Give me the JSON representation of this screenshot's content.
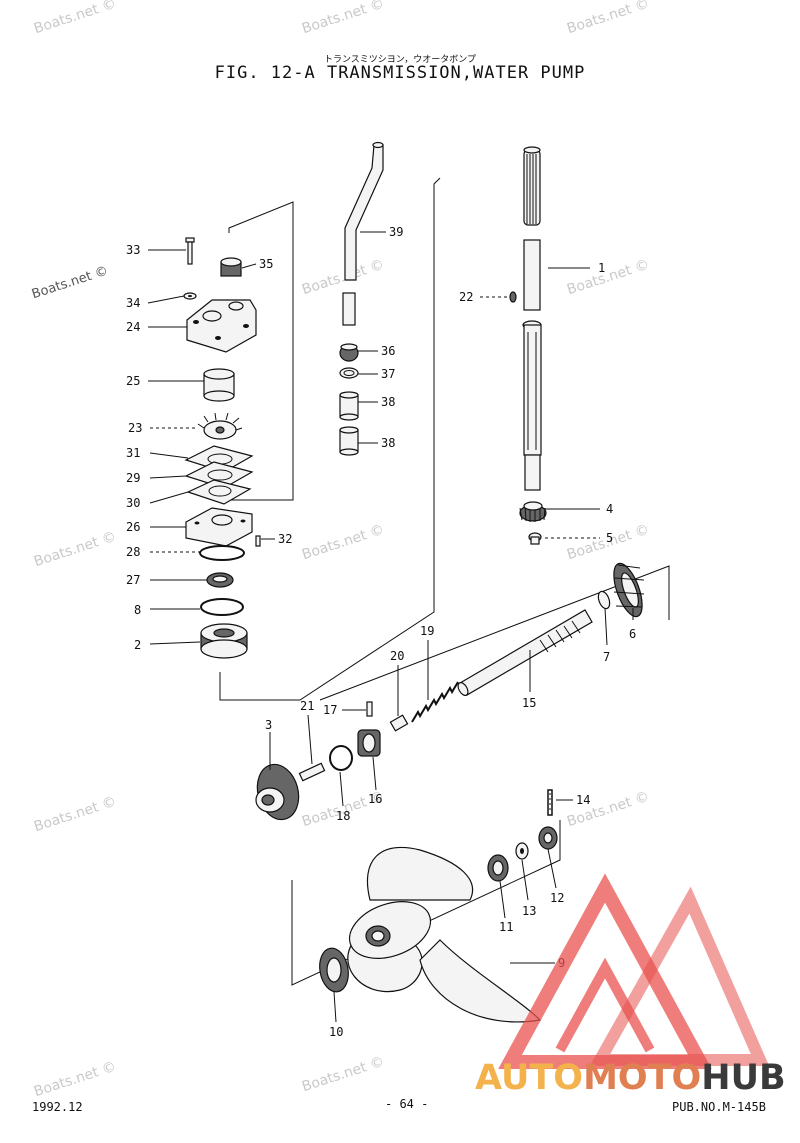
{
  "header": {
    "subtitle_jp": "トランスミツシヨン，ウオータボンプ",
    "title": "FIG. 12-A TRANSMISSION,WATER PUMP"
  },
  "parts": {
    "p1": "1",
    "p2": "2",
    "p3": "3",
    "p4": "4",
    "p5": "5",
    "p6": "6",
    "p7": "7",
    "p8": "8",
    "p9": "9",
    "p10": "10",
    "p11": "11",
    "p12": "12",
    "p13": "13",
    "p14": "14",
    "p15": "15",
    "p16": "16",
    "p17": "17",
    "p18": "18",
    "p19": "19",
    "p20": "20",
    "p21": "21",
    "p22": "22",
    "p23": "23",
    "p24": "24",
    "p25": "25",
    "p26": "26",
    "p27": "27",
    "p28": "28",
    "p29": "29",
    "p30": "30",
    "p31": "31",
    "p32": "32",
    "p33": "33",
    "p34": "34",
    "p35": "35",
    "p36": "36",
    "p37": "37",
    "p38": "38",
    "p39": "39"
  },
  "watermark": "Boats.net ©",
  "footer": {
    "date": "1992.12",
    "page": "- 64 -",
    "pub": "PUB.NO.M-145B"
  },
  "brand": {
    "part1": "AUTO",
    "part2": "MOTO",
    "part3": "HUB",
    "colors": {
      "auto": "#f4b24c",
      "moto": "#e07f52",
      "hub": "#3a3a3a",
      "logo": "#e8524f"
    }
  }
}
